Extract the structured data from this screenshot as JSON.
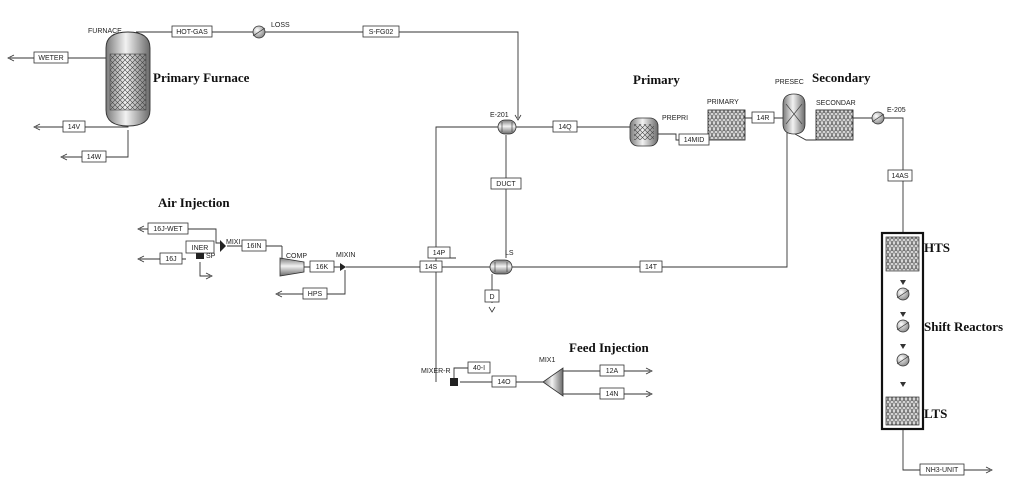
{
  "titles": {
    "primary_furnace": "Primary Furnace",
    "primary": "Primary",
    "secondary": "Secondary",
    "air_injection": "Air Injection",
    "feed_injection": "Feed Injection",
    "hts": "HTS",
    "shift_reactors": "Shift Reactors",
    "lts": "LTS"
  },
  "blocks": {
    "furnace": "FURNACE",
    "loss": "LOSS",
    "e201": "E-201",
    "prepri": "PREPRI",
    "primary": "PRIMARY",
    "presec": "PRESEC",
    "secondar": "SECONDAR",
    "e205": "E-205",
    "comp": "COMP",
    "mixin": "MIXIN",
    "mixi": "MIXI",
    "sp": "SP",
    "ls": "LS",
    "mix1": "MIX1",
    "mixer_r": "MIXER-R"
  },
  "streams": {
    "weter": "WETER",
    "hot_gas": "HOT-GAS",
    "s_fg02": "S-FG02",
    "s14v": "14V",
    "s14w": "14W",
    "s14q": "14Q",
    "s14mid": "14MID",
    "s14r": "14R",
    "s14as": "14AS",
    "duct": "DUCT",
    "s16j_wet": "16J-WET",
    "iner": "INER",
    "s16j": "16J",
    "s16in": "16IN",
    "s16k": "16K",
    "hps": "HPS",
    "s14p": "14P",
    "s14s": "14S",
    "s14t": "14T",
    "d": "D",
    "s40i": "40-I",
    "s14o": "14O",
    "s12a": "12A",
    "s14n": "14N",
    "nh3_unit": "NH3-UNIT"
  }
}
